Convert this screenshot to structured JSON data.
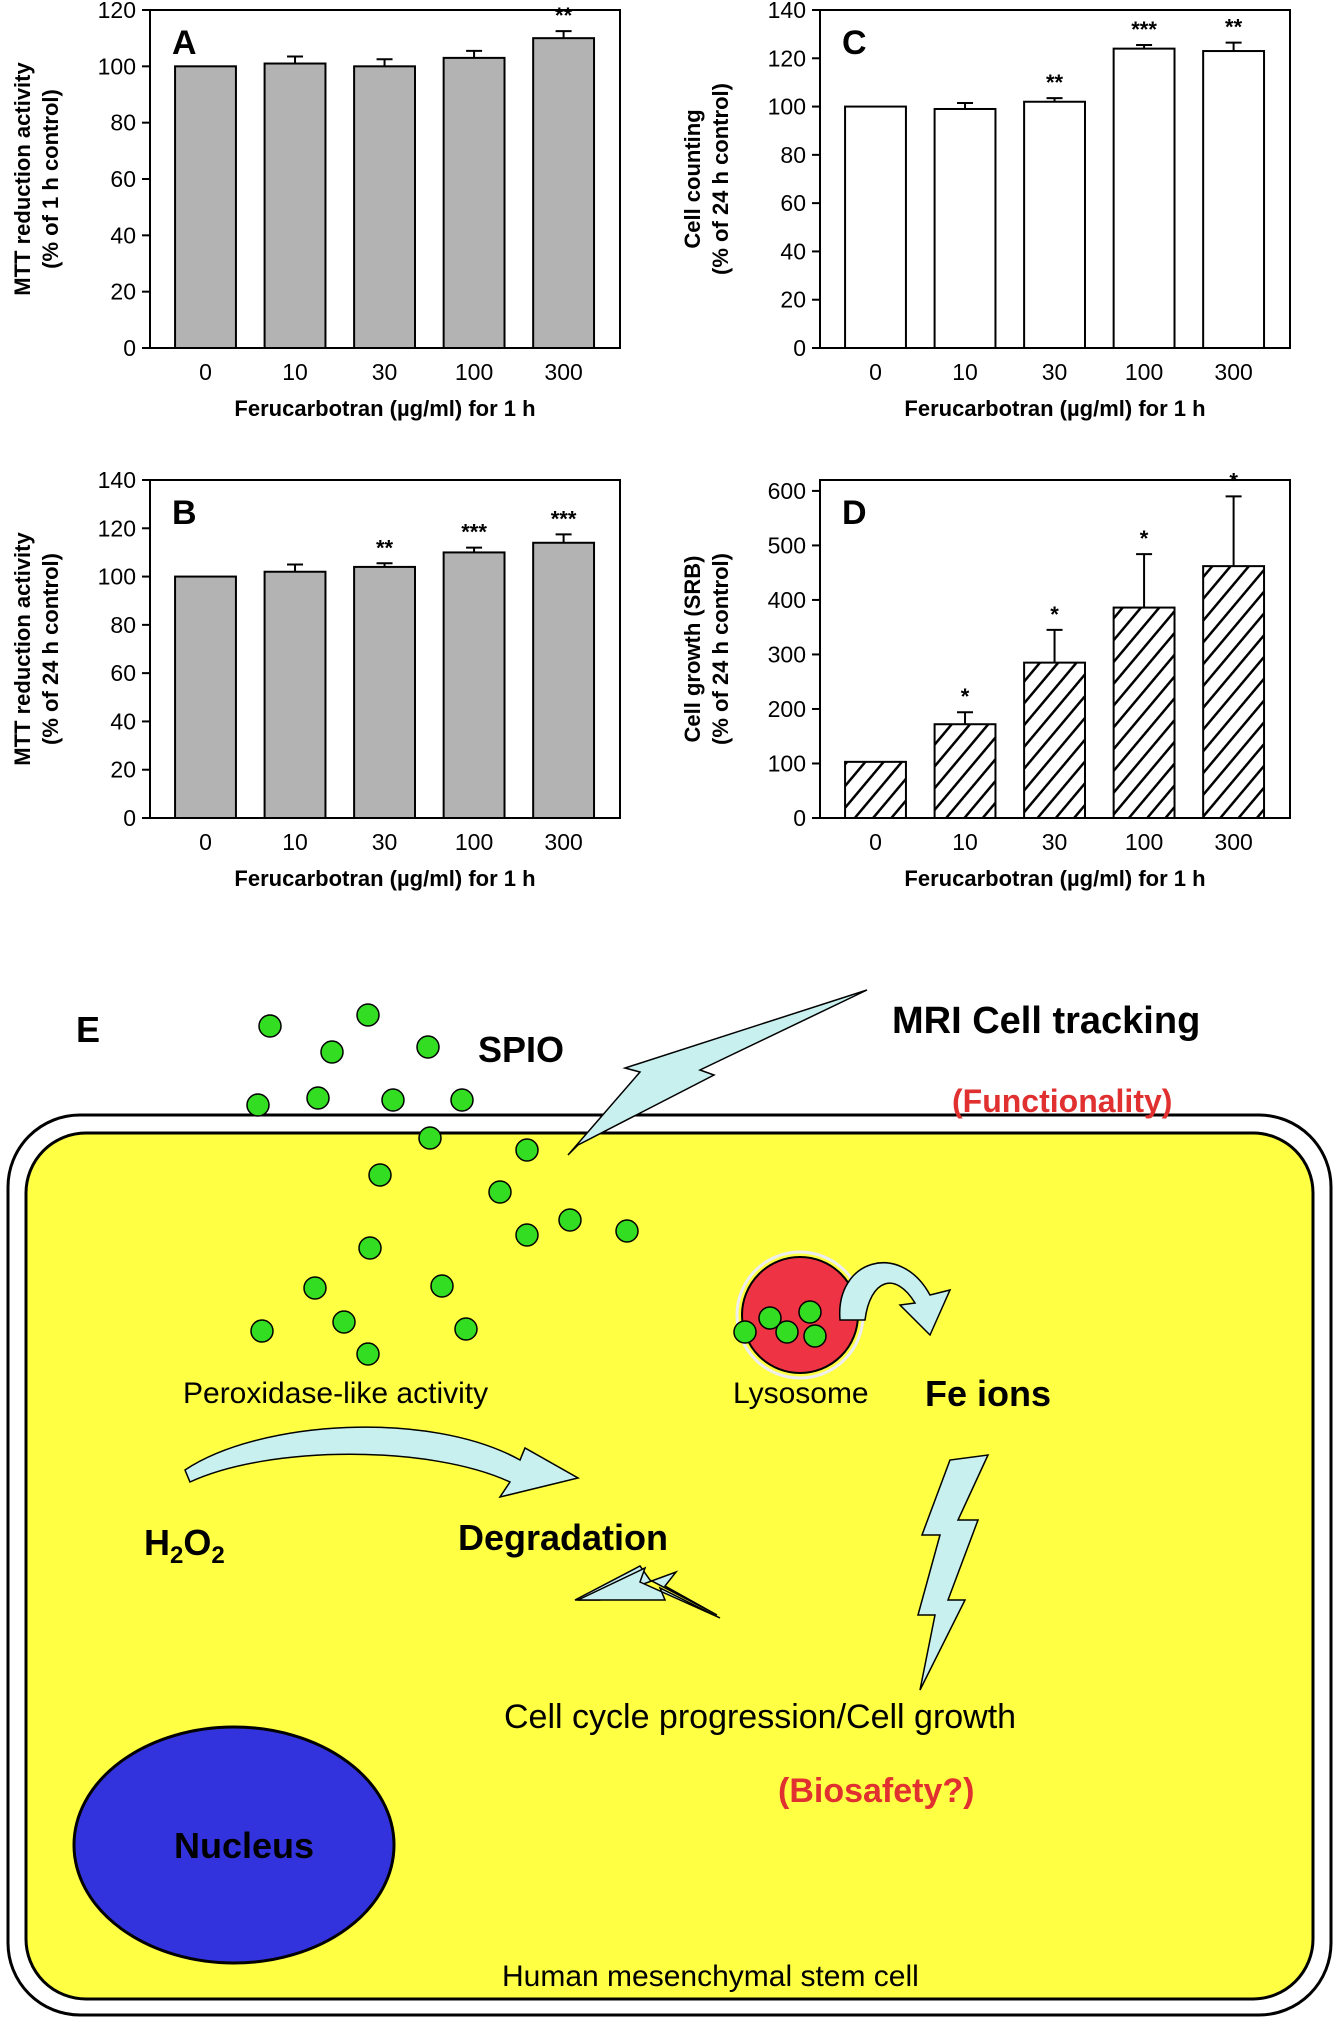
{
  "chart_data": [
    {
      "panel": "A",
      "type": "bar",
      "categories": [
        "0",
        "10",
        "30",
        "100",
        "300"
      ],
      "values": [
        100,
        101,
        100,
        103,
        110
      ],
      "errors": [
        0,
        2.5,
        2.5,
        2.5,
        2.5
      ],
      "significance": [
        "",
        "",
        "",
        "",
        "**"
      ],
      "xlabel": "Ferucarbotran (µg/ml) for 1 h",
      "ylabel": [
        "MTT reduction activity",
        "(% of 1 h control)"
      ],
      "ylim": [
        0,
        120
      ],
      "yticks": [
        0,
        20,
        40,
        60,
        80,
        100,
        120
      ],
      "fill": "#b3b3b3",
      "pattern": "solid"
    },
    {
      "panel": "B",
      "type": "bar",
      "categories": [
        "0",
        "10",
        "30",
        "100",
        "300"
      ],
      "values": [
        100,
        102,
        104,
        110,
        114
      ],
      "errors": [
        0,
        3,
        1.5,
        2,
        3.5
      ],
      "significance": [
        "",
        "",
        "**",
        "***",
        "***"
      ],
      "xlabel": "Ferucarbotran (µg/ml) for 1 h",
      "ylabel": [
        "MTT reduction activity",
        "(% of 24 h control)"
      ],
      "ylim": [
        0,
        140
      ],
      "yticks": [
        0,
        20,
        40,
        60,
        80,
        100,
        120,
        140
      ],
      "fill": "#b3b3b3",
      "pattern": "solid"
    },
    {
      "panel": "C",
      "type": "bar",
      "categories": [
        "0",
        "10",
        "30",
        "100",
        "300"
      ],
      "values": [
        100,
        99,
        102,
        124,
        123
      ],
      "errors": [
        0,
        2.5,
        1.5,
        1.5,
        3.5
      ],
      "significance": [
        "",
        "",
        "**",
        "***",
        "**"
      ],
      "xlabel": "Ferucarbotran (µg/ml) for 1 h",
      "ylabel": [
        "Cell counting",
        "(% of 24 h control)"
      ],
      "ylim": [
        0,
        140
      ],
      "yticks": [
        0,
        20,
        40,
        60,
        80,
        100,
        120,
        140
      ],
      "fill": "#ffffff",
      "pattern": "solid"
    },
    {
      "panel": "D",
      "type": "bar",
      "categories": [
        "0",
        "10",
        "30",
        "100",
        "300"
      ],
      "values": [
        103,
        172,
        285,
        386,
        462
      ],
      "errors": [
        0,
        22,
        60,
        98,
        128
      ],
      "significance": [
        "",
        "*",
        "*",
        "*",
        "*"
      ],
      "xlabel": "Ferucarbotran (µg/ml) for 1 h",
      "ylabel": [
        "Cell growth (SRB)",
        "(% of 24 h control)"
      ],
      "ylim": [
        0,
        620
      ],
      "yticks": [
        0,
        100,
        200,
        300,
        400,
        500,
        600
      ],
      "fill": "#ffffff",
      "pattern": "hatch"
    }
  ],
  "schematic": {
    "letter": "E",
    "spio": "SPIO",
    "mri": "MRI Cell tracking",
    "functionality": "(Functionality)",
    "peroxidase": "Peroxidase-like activity",
    "lysosome": "Lysosome",
    "fe_ions": "Fe ions",
    "h2o2_h": "H",
    "h2o2_2a": "2",
    "h2o2_o": "O",
    "h2o2_2b": "2",
    "degradation": "Degradation",
    "cell_cycle": "Cell cycle progression/Cell growth",
    "biosafety": "(Biosafety?)",
    "nucleus": "Nucleus",
    "cell": "Human mesenchymal stem cell",
    "colors": {
      "cytoplasm": "#ffff44",
      "nucleus": "#3333dd",
      "lysosome": "#ee3344",
      "particle": "#33dd22",
      "arrow": "#c8f0ee",
      "red_text": "#e03030"
    }
  }
}
